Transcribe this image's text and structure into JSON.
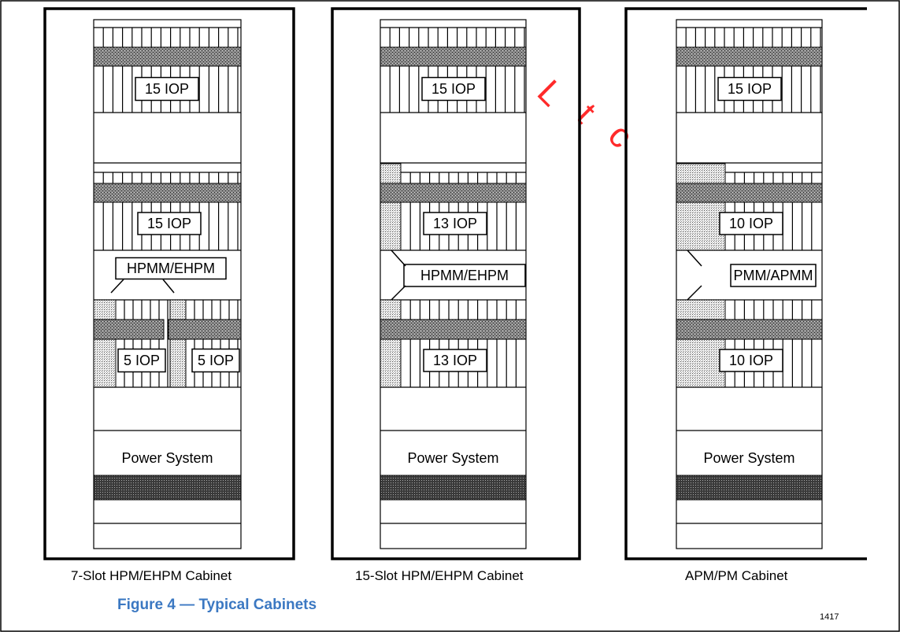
{
  "cabinets": [
    {
      "caption": "7-Slot HPM/EHPM Cabinet",
      "top_iop": "15 IOP",
      "mid_iop": "15 IOP",
      "pm_label": "HPMM/EHPM",
      "lower_left_iop": "5 IOP",
      "lower_right_iop": "5 IOP",
      "power": "Power System"
    },
    {
      "caption": "15-Slot HPM/EHPM Cabinet",
      "top_iop": "15 IOP",
      "mid_iop": "13 IOP",
      "pm_label": "HPMM/EHPM",
      "lower_iop": "13 IOP",
      "power": "Power System"
    },
    {
      "caption": "APM/PM Cabinet",
      "top_iop": "15 IOP",
      "mid_iop": "10 IOP",
      "pm_label": "PMM/APMM",
      "lower_iop": "10 IOP",
      "power": "Power System"
    }
  ],
  "figure_code": "1417",
  "figure_title": "Figure 4 — Typical Cabinets",
  "colors": {
    "title": "#3b78c2",
    "watermark": "#ff2a2a"
  }
}
